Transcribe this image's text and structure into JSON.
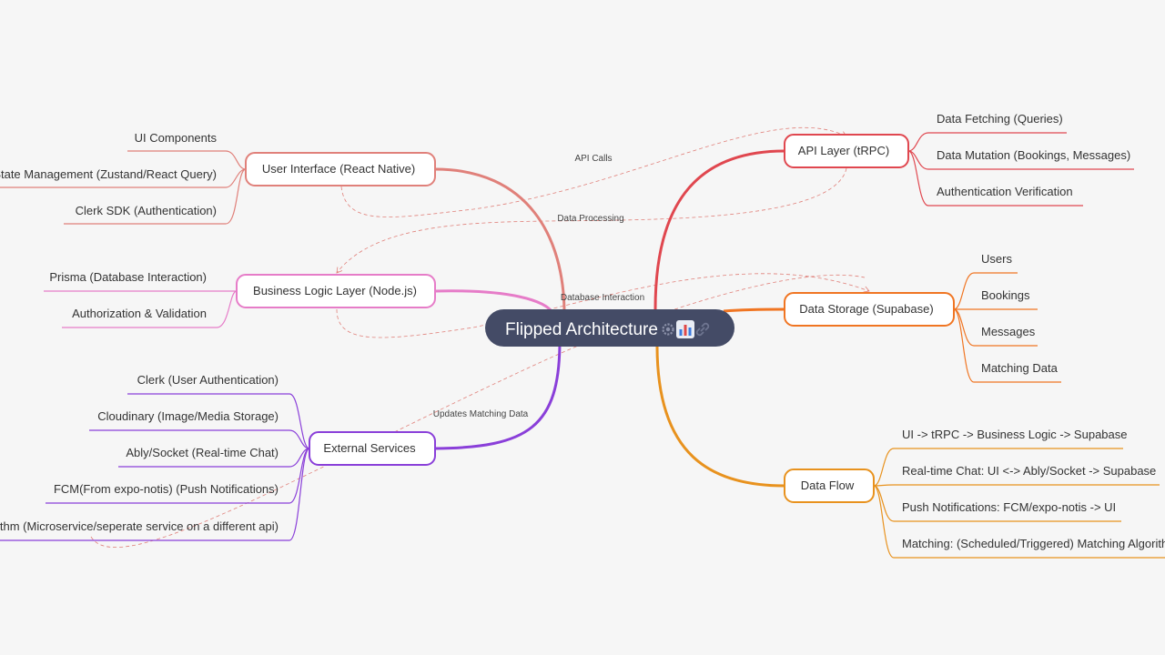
{
  "root": {
    "title": "Flipped Architecture",
    "icons": [
      "gear-icon",
      "chart-icon",
      "link-icon"
    ]
  },
  "branches": {
    "ui": {
      "label": "User Interface (React Native)",
      "color": "#e0807a",
      "leaves": [
        "UI Components",
        "State Management (Zustand/React Query)",
        "Clerk SDK (Authentication)"
      ]
    },
    "business": {
      "label": "Business Logic Layer (Node.js)",
      "color": "#e67cc8",
      "leaves": [
        "Prisma (Database Interaction)",
        "Authorization & Validation"
      ]
    },
    "external": {
      "label": "External Services",
      "color": "#8a3fd9",
      "leaves": [
        "Clerk (User Authentication)",
        "Cloudinary (Image/Media Storage)",
        "Ably/Socket (Real-time Chat)",
        "FCM(From expo-notis) (Push Notifications)",
        "Matching Algorithm (Microservice/seperate service on a different api)"
      ]
    },
    "api": {
      "label": "API Layer (tRPC)",
      "color": "#e0474f",
      "leaves": [
        "Data Fetching (Queries)",
        "Data Mutation (Bookings, Messages)",
        "Authentication Verification"
      ]
    },
    "storage": {
      "label": "Data Storage (Supabase)",
      "color": "#f07522",
      "leaves": [
        "Users",
        "Bookings",
        "Messages",
        "Matching Data"
      ]
    },
    "flow": {
      "label": "Data Flow",
      "color": "#e8921e",
      "leaves": [
        "UI -> tRPC -> Business Logic -> Supabase",
        "Real-time Chat: UI <-> Ably/Socket -> Supabase",
        "Push Notifications: FCM/expo-notis -> UI",
        "Matching: (Scheduled/Triggered) Matching Algorithm -> Supabase"
      ]
    }
  },
  "relationships": [
    "API Calls",
    "Data Processing",
    "Database Interaction",
    "Updates Matching Data"
  ]
}
